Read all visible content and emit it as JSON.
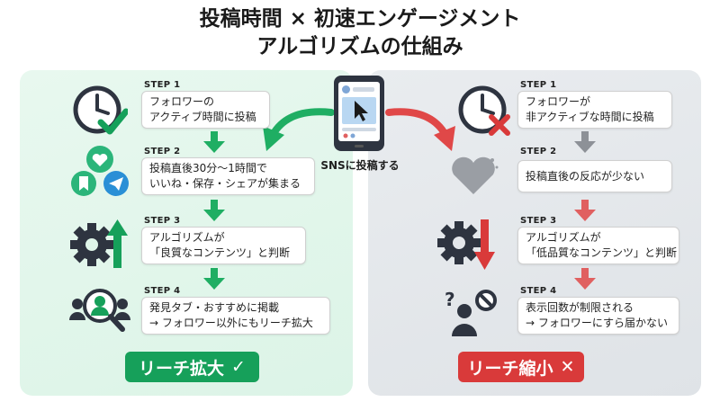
{
  "title": {
    "line1": "投稿時間 × 初速エンゲージメント",
    "line2": "アルゴリズムの仕組み"
  },
  "center": {
    "label": "SNSに投稿する",
    "icon": "smartphone-cursor-icon"
  },
  "left": {
    "steps": [
      {
        "label": "STEP 1",
        "line1": "フォロワーの",
        "line2": "アクティブ時間に投稿",
        "icon": "clock-check-icon"
      },
      {
        "label": "STEP 2",
        "line1": "投稿直後30分〜1時間で",
        "line2": "いいね・保存・シェアが集まる",
        "icon": "engagement-icons"
      },
      {
        "label": "STEP 3",
        "line1": "アルゴリズムが",
        "line2": "「良質なコンテンツ」と判断",
        "icon": "gear-up-arrow-icon"
      },
      {
        "label": "STEP 4",
        "line1": "発見タブ・おすすめに掲載",
        "line2": "→ フォロワー以外にもリーチ拡大",
        "icon": "search-people-icon"
      }
    ],
    "result": "リーチ拡大",
    "result_mark": "✓",
    "color": "#16a05a"
  },
  "right": {
    "steps": [
      {
        "label": "STEP 1",
        "line1": "フォロワーが",
        "line2": "非アクティブな時間に投稿",
        "icon": "clock-x-icon"
      },
      {
        "label": "STEP 2",
        "line1": "投稿直後の反応が少ない",
        "line2": "",
        "icon": "gray-heart-icon"
      },
      {
        "label": "STEP 3",
        "line1": "アルゴリズムが",
        "line2": "「低品質なコンテンツ」と判断",
        "icon": "gear-down-arrow-icon"
      },
      {
        "label": "STEP 4",
        "line1": "表示回数が制限される",
        "line2": "→ フォロワーにすら届かない",
        "icon": "user-blocked-icon"
      }
    ],
    "result": "リーチ縮小",
    "result_mark": "✕",
    "color": "#d93a3a"
  }
}
